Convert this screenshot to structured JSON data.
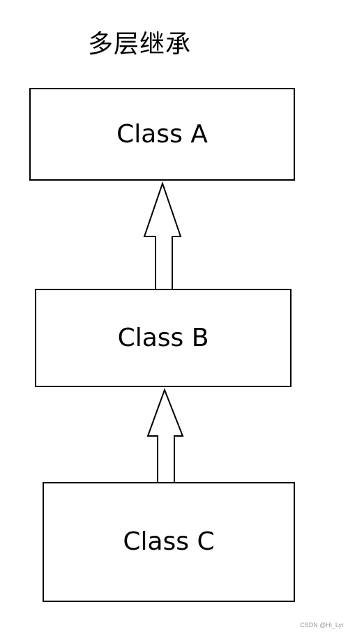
{
  "diagram": {
    "title": "多层继承",
    "classes": [
      {
        "id": "A",
        "label": "Class A"
      },
      {
        "id": "B",
        "label": "Class B"
      },
      {
        "id": "C",
        "label": "Class C"
      }
    ],
    "relations": [
      {
        "from": "B",
        "to": "A",
        "type": "inheritance"
      },
      {
        "from": "C",
        "to": "B",
        "type": "inheritance"
      }
    ]
  },
  "watermark": "CSDN @Hi_Lyr",
  "colors": {
    "stroke": "#000000",
    "fill": "#ffffff",
    "watermark": "#9a9a9a"
  }
}
